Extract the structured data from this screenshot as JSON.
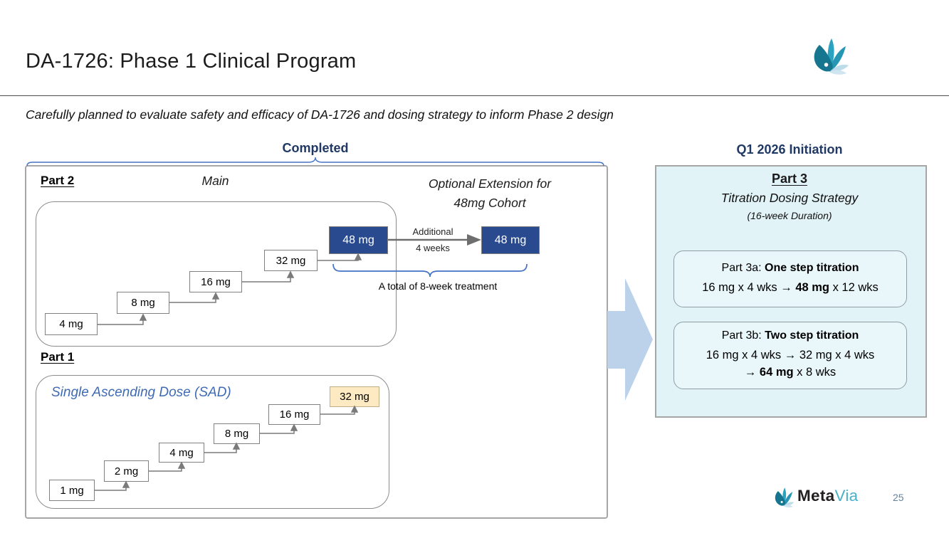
{
  "slide": {
    "title": "DA-1726: Phase 1 Clinical Program",
    "subtitle": "Carefully planned to evaluate safety and efficacy of DA-1726 and dosing strategy to inform Phase 2 design",
    "page_number": "25"
  },
  "brand": {
    "meta": "Meta",
    "via": "Via"
  },
  "columns": {
    "completed_header": "Completed",
    "initiation_header": "Q1 2026 Initiation"
  },
  "part2": {
    "label": "Part 2",
    "main_label": "Main",
    "extension_line1": "Optional Extension for",
    "extension_line2": "48mg Cohort",
    "doses": [
      "4 mg",
      "8 mg",
      "16 mg",
      "32 mg"
    ],
    "dose_main_48": "48 mg",
    "dose_ext_48": "48 mg",
    "transition_line1": "Additional",
    "transition_line2": "4 weeks",
    "brace_label": "A total of 8-week treatment"
  },
  "part1": {
    "label": "Part 1",
    "subtitle": "Single Ascending Dose (SAD)",
    "doses": [
      "1 mg",
      "2 mg",
      "4 mg",
      "8 mg",
      "16 mg"
    ],
    "dose_top": "32 mg"
  },
  "part3": {
    "label": "Part 3",
    "subtitle": "Titration Dosing Strategy",
    "duration": "(16-week Duration)",
    "option_a": {
      "title_prefix": "Part 3a: ",
      "title_bold": "One step titration",
      "dose_pre": "16 mg x 4 wks → ",
      "dose_bold": "48 mg",
      "dose_post": " x 12 wks"
    },
    "option_b": {
      "title_prefix": "Part 3b: ",
      "title_bold": "Two step titration",
      "dose_line1": "16 mg x 4 wks → 32 mg x 4 wks",
      "dose_line2_pre": "→ ",
      "dose_line2_bold": "64 mg",
      "dose_line2_post": " x 8 wks"
    }
  },
  "colors": {
    "navy_header": "#1f3864",
    "dose_dark_blue": "#2a4a8f",
    "dose_highlight_cream": "#fdeac2",
    "panel_light_cyan": "#e2f3f8",
    "block_arrow_blue": "#bcd2ea",
    "brace_blue": "#4472c4",
    "brand_teal": "#48b1c9",
    "sad_text_blue": "#3f6ab4"
  }
}
